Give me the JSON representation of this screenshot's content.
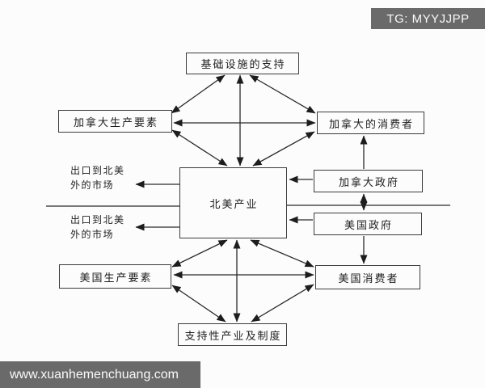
{
  "badge": {
    "text": "TG: MYYJJPP"
  },
  "watermark": {
    "text": "www.xuanhemenchuang.com"
  },
  "colors": {
    "page_background": "#fcfcfc",
    "overlay_bar_background": "#6a6a6a",
    "overlay_bar_text": "#fafafa",
    "line_and_border": "#2a2a2a"
  },
  "diagram": {
    "nodes": {
      "infrastructure": {
        "label": "基础设施的支持"
      },
      "canada_factors": {
        "label": "加拿大生产要素"
      },
      "canada_consumers": {
        "label": "加拿大的消费者"
      },
      "industry": {
        "label": "北美产业"
      },
      "canada_government": {
        "label": "加拿大政府"
      },
      "us_government": {
        "label": "美国政府"
      },
      "us_factors": {
        "label": "美国生产要素"
      },
      "us_consumers": {
        "label": "美国消费者"
      },
      "supporting": {
        "label": "支持性产业及制度"
      }
    },
    "export_markets": [
      {
        "line1": "出口到北美",
        "line2": "外的市场"
      },
      {
        "line1": "出口到北美",
        "line2": "外的市场"
      }
    ]
  }
}
